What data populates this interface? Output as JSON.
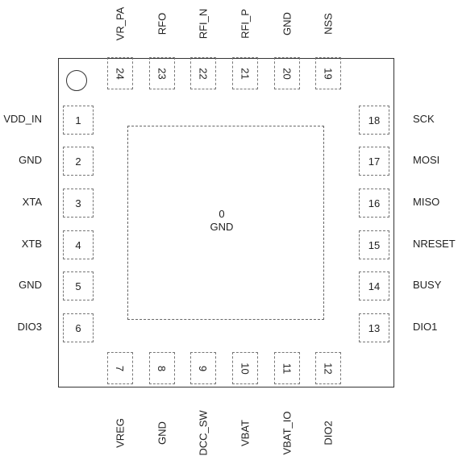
{
  "center": {
    "number": "0",
    "name": "GND"
  },
  "pins_left": [
    {
      "num": "1",
      "name": "VDD_IN"
    },
    {
      "num": "2",
      "name": "GND"
    },
    {
      "num": "3",
      "name": "XTA"
    },
    {
      "num": "4",
      "name": "XTB"
    },
    {
      "num": "5",
      "name": "GND"
    },
    {
      "num": "6",
      "name": "DIO3"
    }
  ],
  "pins_bottom": [
    {
      "num": "7",
      "name": "VREG"
    },
    {
      "num": "8",
      "name": "GND"
    },
    {
      "num": "9",
      "name": "DCC_SW"
    },
    {
      "num": "10",
      "name": "VBAT"
    },
    {
      "num": "11",
      "name": "VBAT_IO"
    },
    {
      "num": "12",
      "name": "DIO2"
    }
  ],
  "pins_right": [
    {
      "num": "13",
      "name": "DIO1"
    },
    {
      "num": "14",
      "name": "BUSY"
    },
    {
      "num": "15",
      "name": "NRESET"
    },
    {
      "num": "16",
      "name": "MISO"
    },
    {
      "num": "17",
      "name": "MOSI"
    },
    {
      "num": "18",
      "name": "SCK"
    }
  ],
  "pins_top": [
    {
      "num": "24",
      "name": "VR_PA"
    },
    {
      "num": "23",
      "name": "RFO"
    },
    {
      "num": "22",
      "name": "RFI_N"
    },
    {
      "num": "21",
      "name": "RFI_P"
    },
    {
      "num": "20",
      "name": "GND"
    },
    {
      "num": "19",
      "name": "NSS"
    }
  ]
}
